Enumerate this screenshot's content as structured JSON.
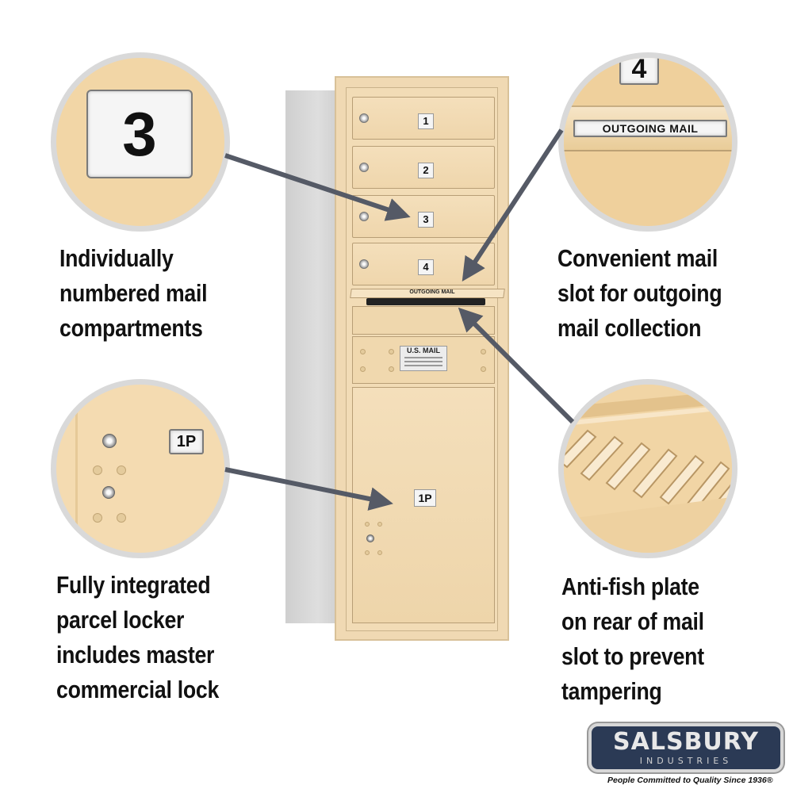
{
  "callouts": {
    "compartment_number": "3",
    "slot_number": "4",
    "slot_label": "OUTGOING MAIL",
    "parcel_number": "1P"
  },
  "captions": {
    "compartments": [
      "Individually",
      "numbered mail",
      "compartments"
    ],
    "outgoing_slot": [
      "Convenient mail",
      "slot for outgoing",
      "mail collection"
    ],
    "parcel_locker": [
      "Fully integrated",
      "parcel locker",
      "includes master",
      "commercial lock"
    ],
    "anti_fish": [
      "Anti-fish plate",
      "on rear of mail",
      "slot to prevent",
      "tampering"
    ]
  },
  "unit": {
    "doors": [
      "1",
      "2",
      "3",
      "4"
    ],
    "slot_label": "OUTGOING MAIL",
    "usmail_label": "U.S. MAIL",
    "parcel_label": "1P"
  },
  "logo": {
    "name": "SALSBURY",
    "sub": "INDUSTRIES",
    "tagline": "People Committed to Quality Since 1936®"
  },
  "colors": {
    "sandstone": "#f0d9b3",
    "arrow": "#555a66",
    "logo_bg": "#2b3a55"
  }
}
